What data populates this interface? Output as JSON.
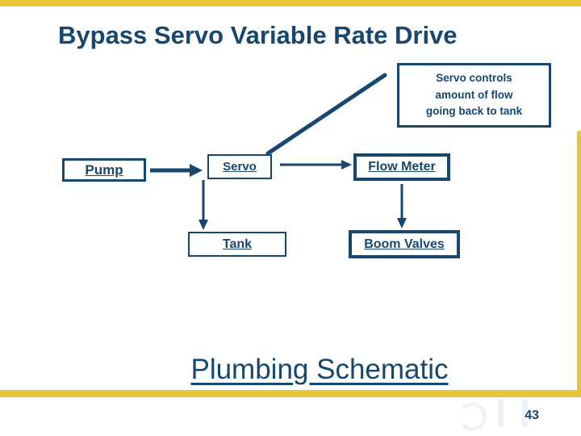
{
  "slide": {
    "title": "Bypass Servo Variable Rate Drive",
    "callout": {
      "lines": [
        "Servo controls",
        "amount of flow",
        "going back to tank"
      ]
    },
    "diagram": {
      "nodes": [
        {
          "id": "pump",
          "label": "Pump"
        },
        {
          "id": "servo",
          "label": "Servo"
        },
        {
          "id": "flow-meter",
          "label": "Flow Meter"
        },
        {
          "id": "tank",
          "label": "Tank"
        },
        {
          "id": "boom-valves",
          "label": "Boom Valves"
        }
      ],
      "connections": [
        "pump -> servo",
        "servo -> flow-meter",
        "servo -> tank",
        "flow-meter -> boom-valves",
        "callout leader line -> servo"
      ]
    },
    "caption": "Plumbing Schematic",
    "page_number": "43",
    "colors": {
      "accent_yellow": "#e9c637",
      "primary_blue": "#17466f"
    }
  }
}
